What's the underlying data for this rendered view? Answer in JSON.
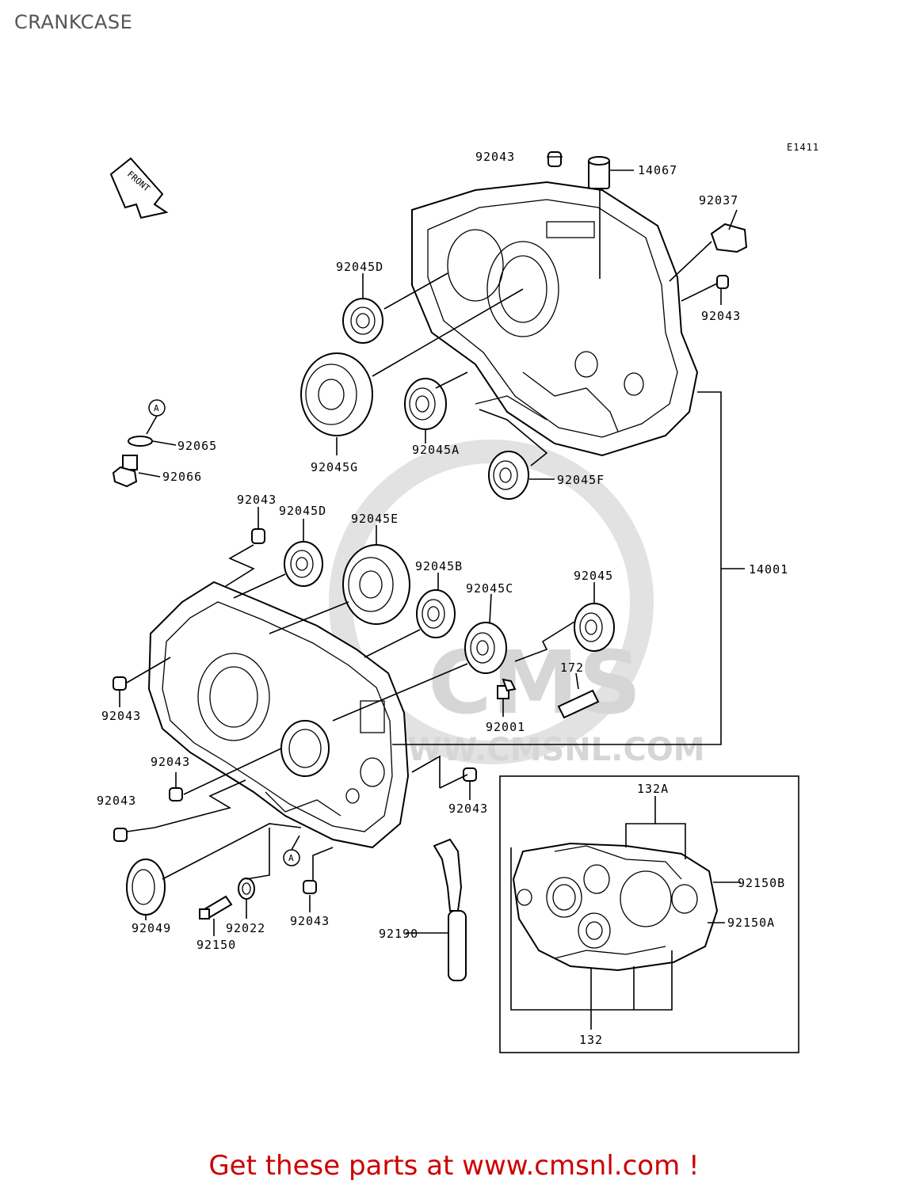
{
  "title": "CRANKCASE",
  "diagram_code": "E1411",
  "front_label": "FRONT",
  "circle_marker": "A",
  "watermark": {
    "brand": "CMS",
    "url": "WWW.CMSNL.COM"
  },
  "labels": {
    "p92043_top": "92043",
    "p14067": "14067",
    "p92037": "92037",
    "p92043_right": "92043",
    "p92045D_top": "92045D",
    "p92045G": "92045G",
    "p92045A": "92045A",
    "p92045F": "92045F",
    "p92065": "92065",
    "p92066": "92066",
    "p92043_left_top": "92043",
    "p92045D_lower": "92045D",
    "p92045E": "92045E",
    "p92045B": "92045B",
    "p92045C": "92045C",
    "p92045": "92045",
    "p14001": "14001",
    "p172": "172",
    "p92001": "92001",
    "p92043_left_mid": "92043",
    "p92043_left_low": "92043",
    "p92043_left_bot": "92043",
    "p92043_center": "92043",
    "p92049": "92049",
    "p92022": "92022",
    "p92043_bottom": "92043",
    "p92150": "92150",
    "p92190": "92190",
    "p132A": "132A",
    "p92150B": "92150B",
    "p92150A": "92150A",
    "p132": "132"
  },
  "footer": {
    "text": "Get these parts at www.cmsnl.com !"
  }
}
